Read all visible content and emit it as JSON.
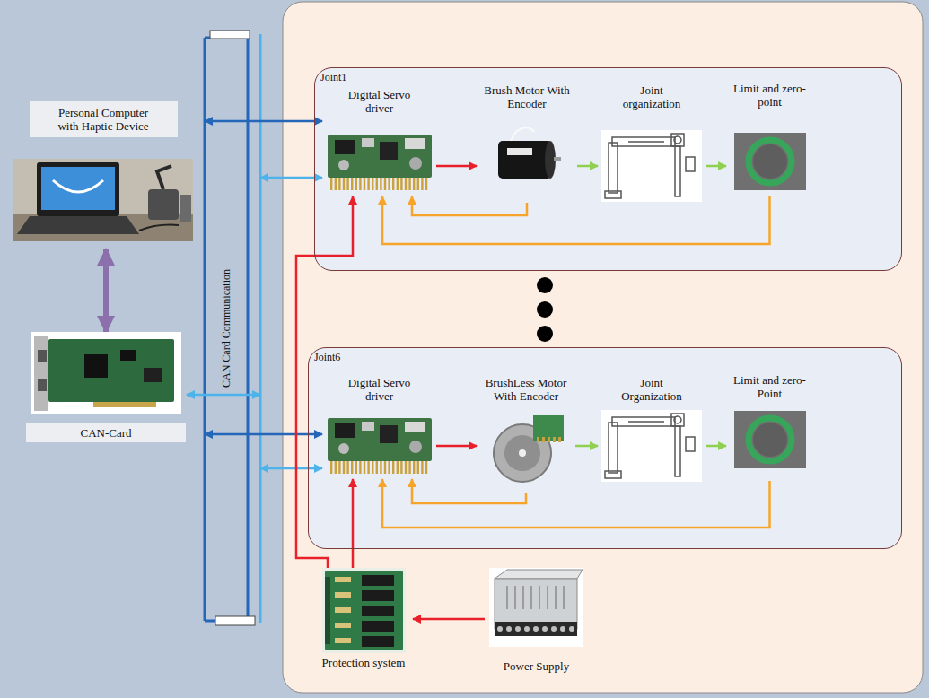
{
  "diagram": {
    "nodes": [
      {
        "text": [
          "Personal Computer with Haptic Device"
        ]
      },
      {
        "text": [
          "CAN-Card"
        ]
      },
      {
        "text": [
          "CAN Card Communication"
        ]
      },
      {
        "text": [
          "Joint1"
        ]
      },
      {
        "text": [
          "Digital Servo driver"
        ],
        "in": 3
      },
      {
        "text": [
          "Brush Motor With Encoder"
        ],
        "in": 3
      },
      {
        "text": [
          "Joint organization"
        ],
        "in": 3
      },
      {
        "text": [
          "Limit and zero-point"
        ],
        "in": 3
      },
      {
        "text": [
          "Joint6"
        ]
      },
      {
        "text": [
          "Digital Servo driver"
        ],
        "in": 8
      },
      {
        "text": [
          "BrushLess Motor With Encoder"
        ],
        "in": 8
      },
      {
        "text": [
          "Joint Organization"
        ],
        "in": 8
      },
      {
        "text": [
          "Limit and zero-Point"
        ],
        "in": 8
      },
      {
        "text": [
          "Protection system"
        ]
      },
      {
        "text": [
          "Power Supply"
        ]
      }
    ],
    "edges": [
      {
        "from": 0,
        "to": 1,
        "arrow": "both"
      },
      {
        "from": 1,
        "to": 2,
        "arrow": "both"
      },
      {
        "from": 2,
        "to": 4,
        "arrow": "both"
      },
      {
        "from": 2,
        "to": 4,
        "arrow": "both"
      },
      {
        "from": 2,
        "to": 9,
        "arrow": "both"
      },
      {
        "from": 2,
        "to": 9,
        "arrow": "both"
      },
      {
        "from": 4,
        "to": 5,
        "arrow": "to"
      },
      {
        "from": 5,
        "to": 6,
        "arrow": "to"
      },
      {
        "from": 6,
        "to": 7,
        "arrow": "to"
      },
      {
        "from": 5,
        "to": 4,
        "arrow": "to"
      },
      {
        "from": 7,
        "to": 4,
        "arrow": "to"
      },
      {
        "from": 9,
        "to": 10,
        "arrow": "to"
      },
      {
        "from": 10,
        "to": 11,
        "arrow": "to"
      },
      {
        "from": 11,
        "to": 12,
        "arrow": "to"
      },
      {
        "from": 10,
        "to": 9,
        "arrow": "to"
      },
      {
        "from": 12,
        "to": 9,
        "arrow": "to"
      },
      {
        "from": 13,
        "to": 4,
        "arrow": "to"
      },
      {
        "from": 13,
        "to": 9,
        "arrow": "to"
      },
      {
        "from": 14,
        "to": 13,
        "arrow": "to"
      }
    ]
  }
}
